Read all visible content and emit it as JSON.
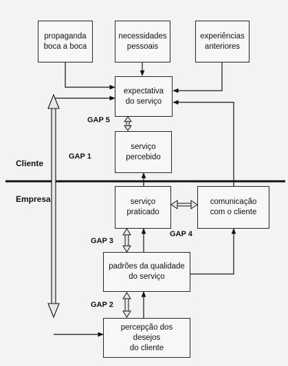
{
  "boxes": {
    "propaganda": "propaganda\nboca a boca",
    "necessidades": "necessidades\npessoais",
    "experiencias": "experiências\nanteriores",
    "expectativa": "expectativa\ndo serviço",
    "percebido": "serviço\npercebido",
    "praticado": "serviço\npraticado",
    "comunicacao": "comunicação\ncom o cliente",
    "padroes": "padrões da qualidade\ndo serviço",
    "percepcao": "percepção dos\ndesejos\ndo cliente"
  },
  "labels": {
    "cliente": "Cliente",
    "empresa": "Empresa",
    "gap1": "GAP 1",
    "gap2": "GAP 2",
    "gap3": "GAP 3",
    "gap4": "GAP 4",
    "gap5": "GAP 5"
  }
}
